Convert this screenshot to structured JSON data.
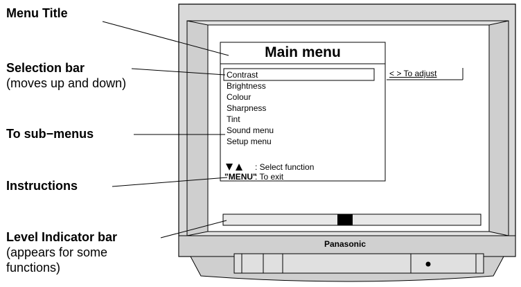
{
  "callouts": {
    "menu_title": "Menu Title",
    "selection_bar": "Selection bar",
    "selection_bar_note": "(moves up and down)",
    "sub_menus": "To sub−menus",
    "instructions": "Instructions",
    "level_bar": "Level Indicator bar",
    "level_bar_note_1": "(appears for some",
    "level_bar_note_2": "functions)"
  },
  "screen": {
    "title": "Main menu",
    "items": [
      "Contrast",
      "Brightness",
      "Colour",
      "Sharpness",
      "Tint",
      "Sound menu",
      "Setup menu"
    ],
    "selected_index": 0,
    "adjust_hint": "< > To adjust",
    "instructions": {
      "arrows_icon": "down-up-triangle-arrows",
      "arrows_text": ": Select function",
      "menu_key": "\"MENU\"",
      "menu_text": ": To exit"
    },
    "level_fraction": 0.47
  },
  "tv": {
    "brand": "Panasonic"
  },
  "colors": {
    "bezel": "#d6d6d6",
    "screen": "#ffffff",
    "level_marker": "#000000"
  }
}
